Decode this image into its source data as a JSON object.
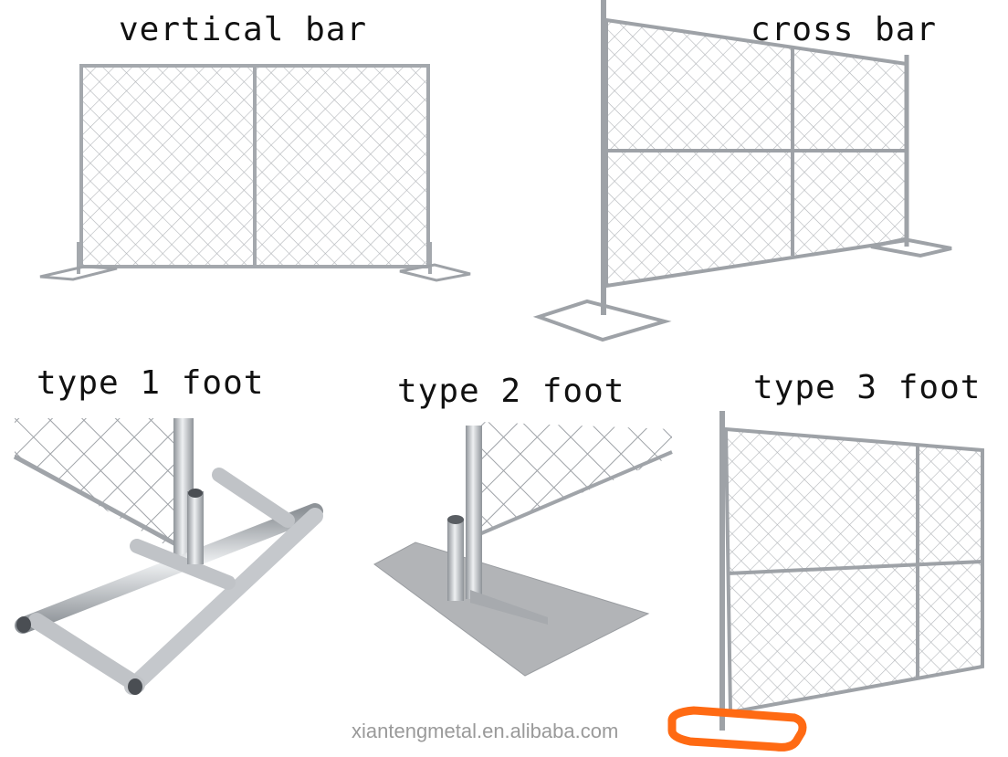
{
  "labels": {
    "vertical_bar": "vertical bar",
    "cross_bar": "cross bar",
    "type1": "type 1 foot",
    "type2": "type 2 foot",
    "type3": "type 3 foot"
  },
  "watermark": "xiantengmetal.en.alibaba.com",
  "colors": {
    "steel": "#b9bcc0",
    "steel_dark": "#8c9096",
    "mesh": "#a8abaf",
    "plate": "#b2b4b7",
    "orange_base": "#ff6a13"
  }
}
